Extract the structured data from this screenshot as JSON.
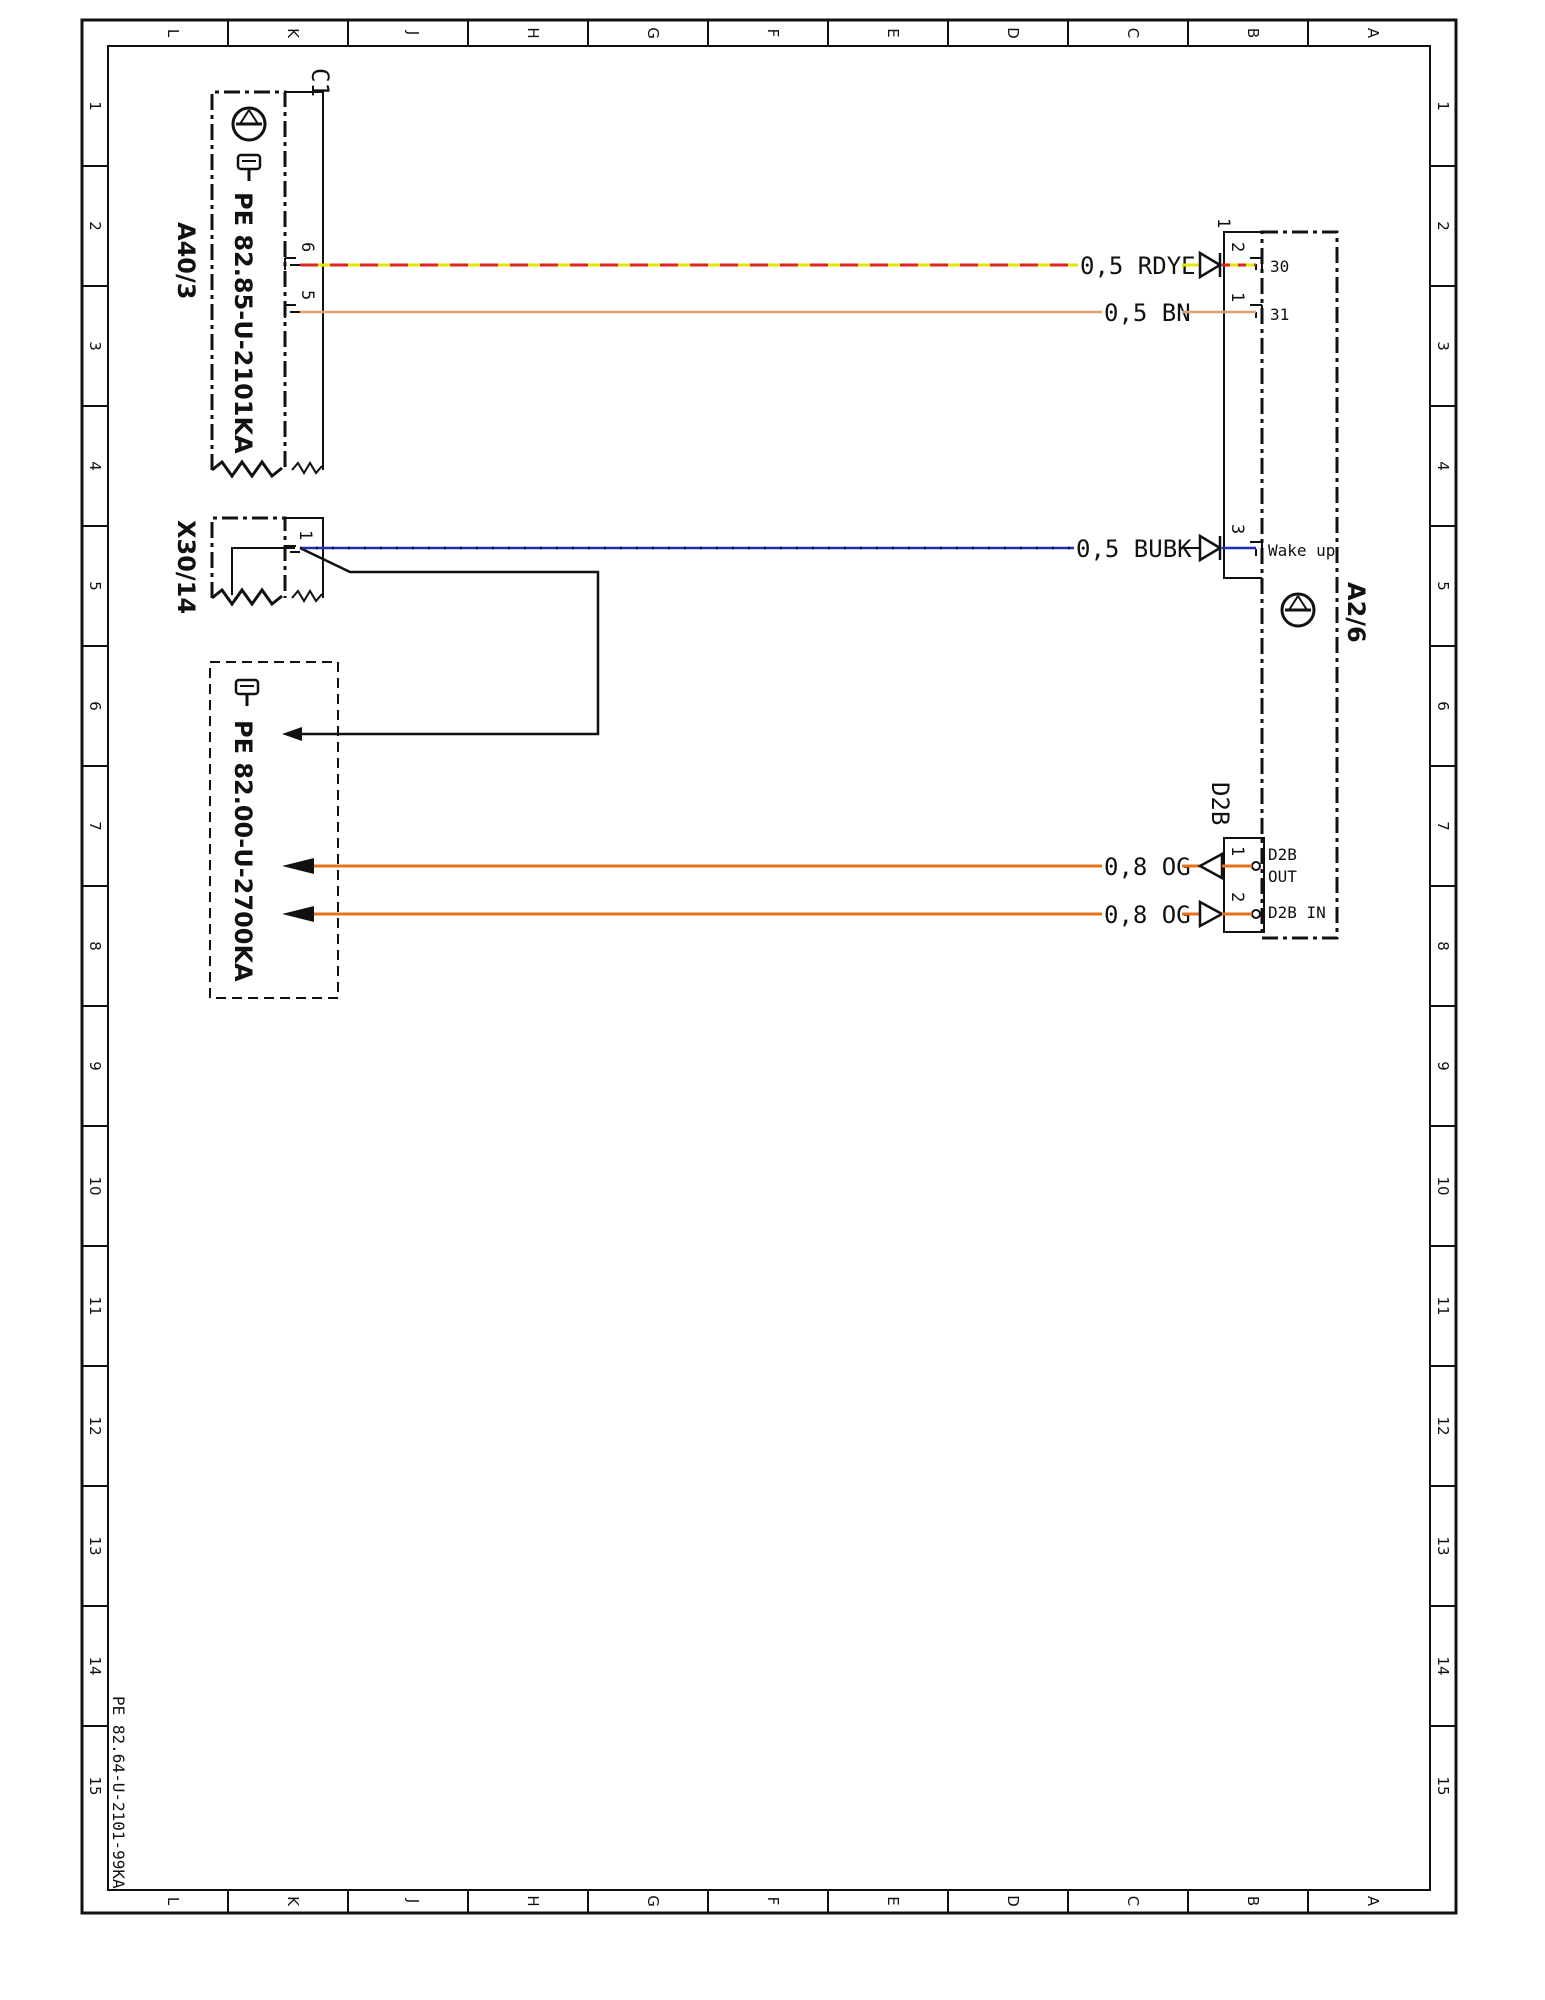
{
  "grid": {
    "columns": [
      "L",
      "K",
      "J",
      "H",
      "G",
      "F",
      "E",
      "D",
      "C",
      "B",
      "A"
    ],
    "rows": [
      "1",
      "2",
      "3",
      "4",
      "5",
      "6",
      "7",
      "8",
      "9",
      "10",
      "11",
      "12",
      "13",
      "14",
      "15"
    ]
  },
  "components": {
    "a40_3": {
      "id": "A40/3",
      "ref": "PE 82.85-U-2101KA",
      "connector": "C1",
      "pins": [
        "6",
        "5"
      ]
    },
    "x30_14": {
      "id": "X30/14",
      "pin": "1"
    },
    "ref_box": {
      "ref": "PE 82.00-U-2700KA"
    },
    "a2_6": {
      "id": "A2/6",
      "connector_top": "1",
      "connector_d2b": "D2B",
      "pins": {
        "p2": "2",
        "p2_label": "30",
        "p1": "1",
        "p1_label": "31",
        "p3": "3",
        "p3_label": "Wake up",
        "d2b1": "1",
        "d2b1_label_a": "D2B",
        "d2b1_label_b": "OUT",
        "d2b2": "2",
        "d2b2_label": "D2B IN"
      }
    }
  },
  "wires": {
    "rdye": {
      "label": "0,5 RDYE",
      "colors": [
        "#e6e600",
        "#d8261f"
      ]
    },
    "bn": {
      "label": "0,5 BN",
      "color": "#e0a070"
    },
    "bubk": {
      "label": "0,5 BUBK",
      "color": "#1f2fb8"
    },
    "og1": {
      "label": "0,8 OG",
      "color": "#e8711c"
    },
    "og2": {
      "label": "0,8 OG",
      "color": "#e8711c"
    }
  },
  "footer": {
    "doc_number": "PE 82.64-U-2101-99KA"
  }
}
